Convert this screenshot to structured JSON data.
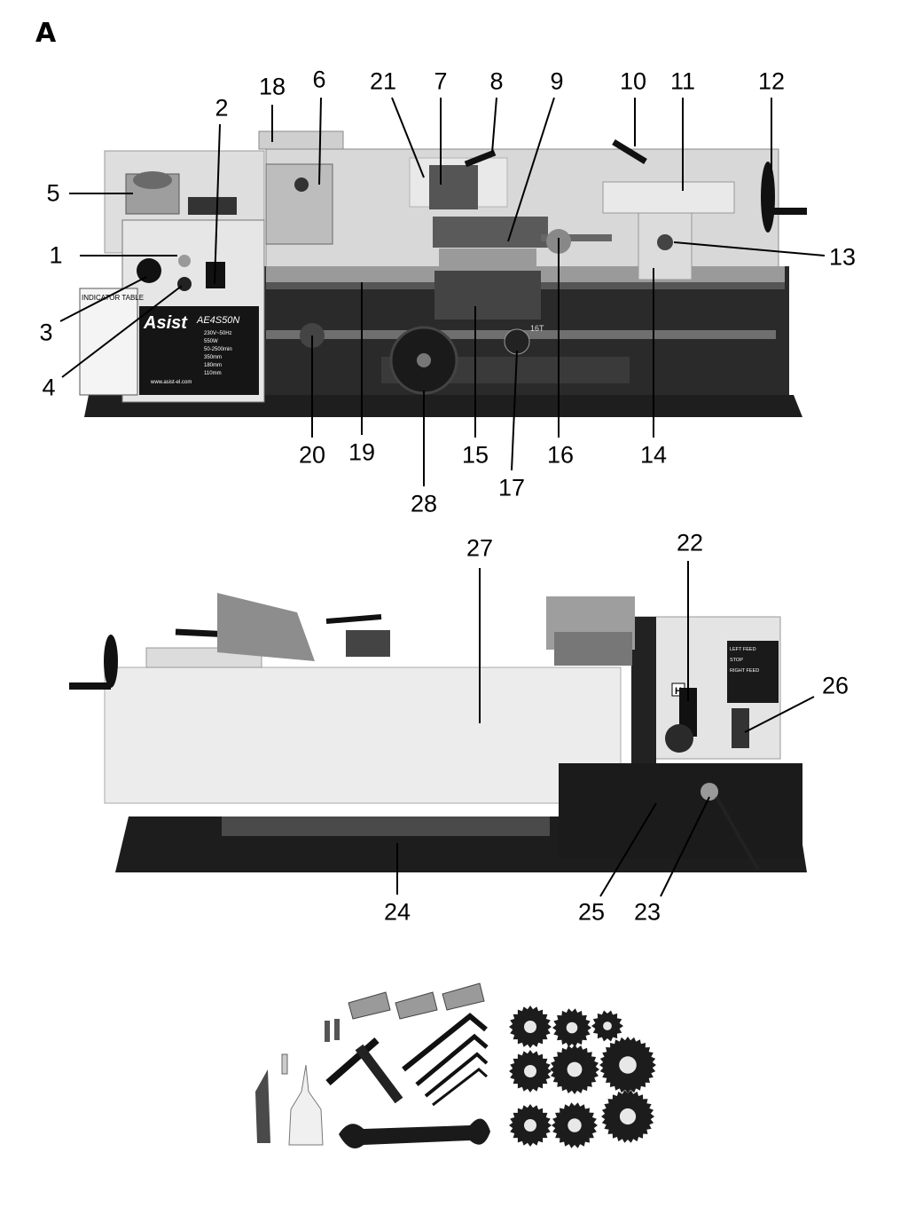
{
  "figure": {
    "letter": "A"
  },
  "callouts": [
    {
      "id": "1",
      "label": "1"
    },
    {
      "id": "2",
      "label": "2"
    },
    {
      "id": "3",
      "label": "3"
    },
    {
      "id": "4",
      "label": "4"
    },
    {
      "id": "5",
      "label": "5"
    },
    {
      "id": "6",
      "label": "6"
    },
    {
      "id": "7",
      "label": "7"
    },
    {
      "id": "8",
      "label": "8"
    },
    {
      "id": "9",
      "label": "9"
    },
    {
      "id": "10",
      "label": "10"
    },
    {
      "id": "11",
      "label": "11"
    },
    {
      "id": "12",
      "label": "12"
    },
    {
      "id": "13",
      "label": "13"
    },
    {
      "id": "14",
      "label": "14"
    },
    {
      "id": "15",
      "label": "15"
    },
    {
      "id": "16",
      "label": "16"
    },
    {
      "id": "17",
      "label": "17"
    },
    {
      "id": "18",
      "label": "18"
    },
    {
      "id": "19",
      "label": "19"
    },
    {
      "id": "20",
      "label": "20"
    },
    {
      "id": "21",
      "label": "21"
    },
    {
      "id": "22",
      "label": "22"
    },
    {
      "id": "23",
      "label": "23"
    },
    {
      "id": "24",
      "label": "24"
    },
    {
      "id": "25",
      "label": "25"
    },
    {
      "id": "26",
      "label": "26"
    },
    {
      "id": "27",
      "label": "27"
    },
    {
      "id": "28",
      "label": "28"
    }
  ],
  "machine_text": {
    "brand": "Asist",
    "model": "AE4S50N",
    "voltage": "230V~50Hz",
    "power": "550W",
    "speed": "50-2500min",
    "dim_1": "350mm",
    "dim_2": "180mm",
    "dim_3": "110mm",
    "website": "www.asist-el.com",
    "indicator_table_title": "INDICATOR TABLE",
    "gear_label": "16T",
    "feed_left": "LEFT FEED",
    "feed_stop": "STOP",
    "feed_right": "RIGHT FEED",
    "lever_letter": "H"
  },
  "colors": {
    "ink": "#000000",
    "dark_metal": "#2b2b2b",
    "mid_metal": "#7a7a7a",
    "light_panel": "#e6e6e6"
  }
}
